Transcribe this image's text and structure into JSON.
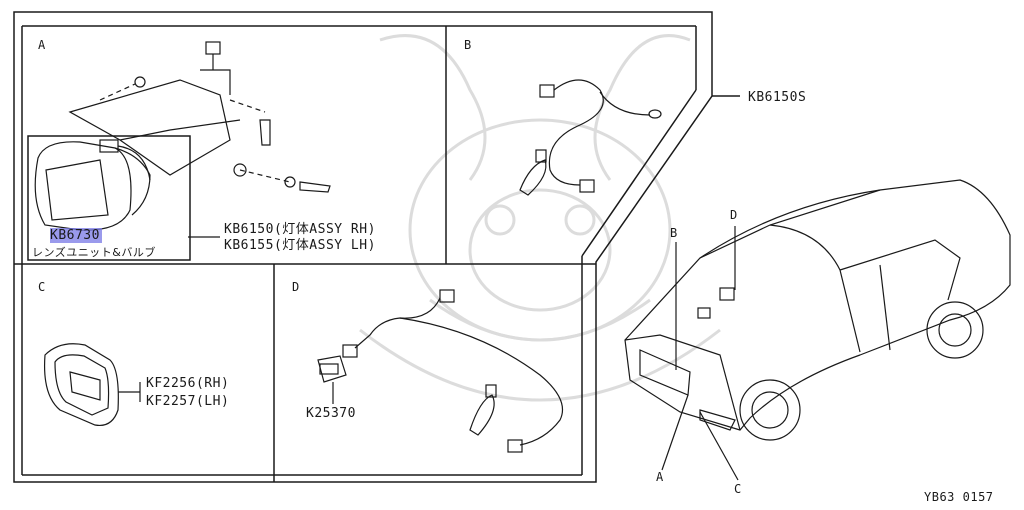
{
  "sections": {
    "a": "A",
    "b": "B",
    "c": "C",
    "d": "D"
  },
  "parts": {
    "kit": "KB6150S",
    "lamp_rh": "KB6150(灯体ASSY RH)",
    "lamp_lh": "KB6155(灯体ASSY LH)",
    "lens_code": "KB6730",
    "lens_desc": "レンズユニット&バルブ",
    "bezel_rh": "KF2256(RH)",
    "bezel_lh": "KF2257(LH)",
    "switch": "K25370"
  },
  "car_callouts": {
    "a": "A",
    "b": "B",
    "c": "C",
    "d": "D"
  },
  "diagram_code": "YB63 0157",
  "colors": {
    "line": "#1a1a1a",
    "highlight": "#7878e6",
    "watermark": "#d6d6d6"
  }
}
